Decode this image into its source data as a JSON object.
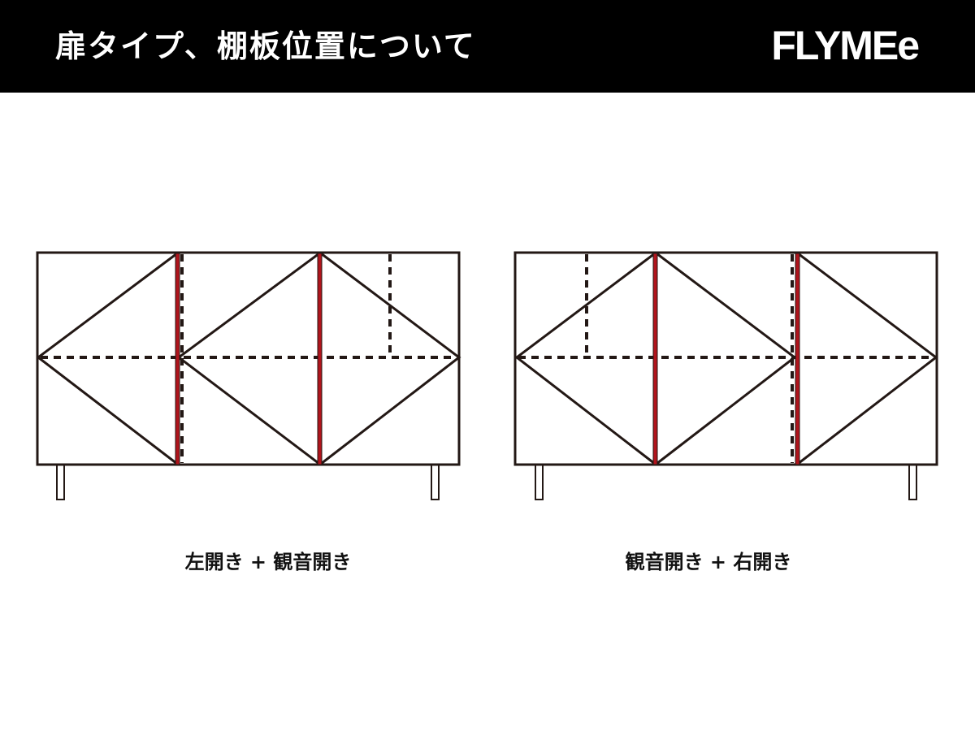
{
  "header": {
    "title": "扉タイプ、棚板位置について",
    "brand": "FLYMEe"
  },
  "colors": {
    "header_bg": "#000000",
    "header_text": "#ffffff",
    "outline": "#231815",
    "hinge_edge": "#b0141c",
    "shelf": "#231815"
  },
  "diagrams": [
    {
      "id": "left",
      "caption": "左開き + 観音開き",
      "doors": [
        {
          "opening": "left"
        },
        {
          "opening": "double"
        }
      ]
    },
    {
      "id": "right",
      "caption": "観音開き + 右開き",
      "doors": [
        {
          "opening": "double"
        },
        {
          "opening": "right"
        }
      ]
    }
  ]
}
